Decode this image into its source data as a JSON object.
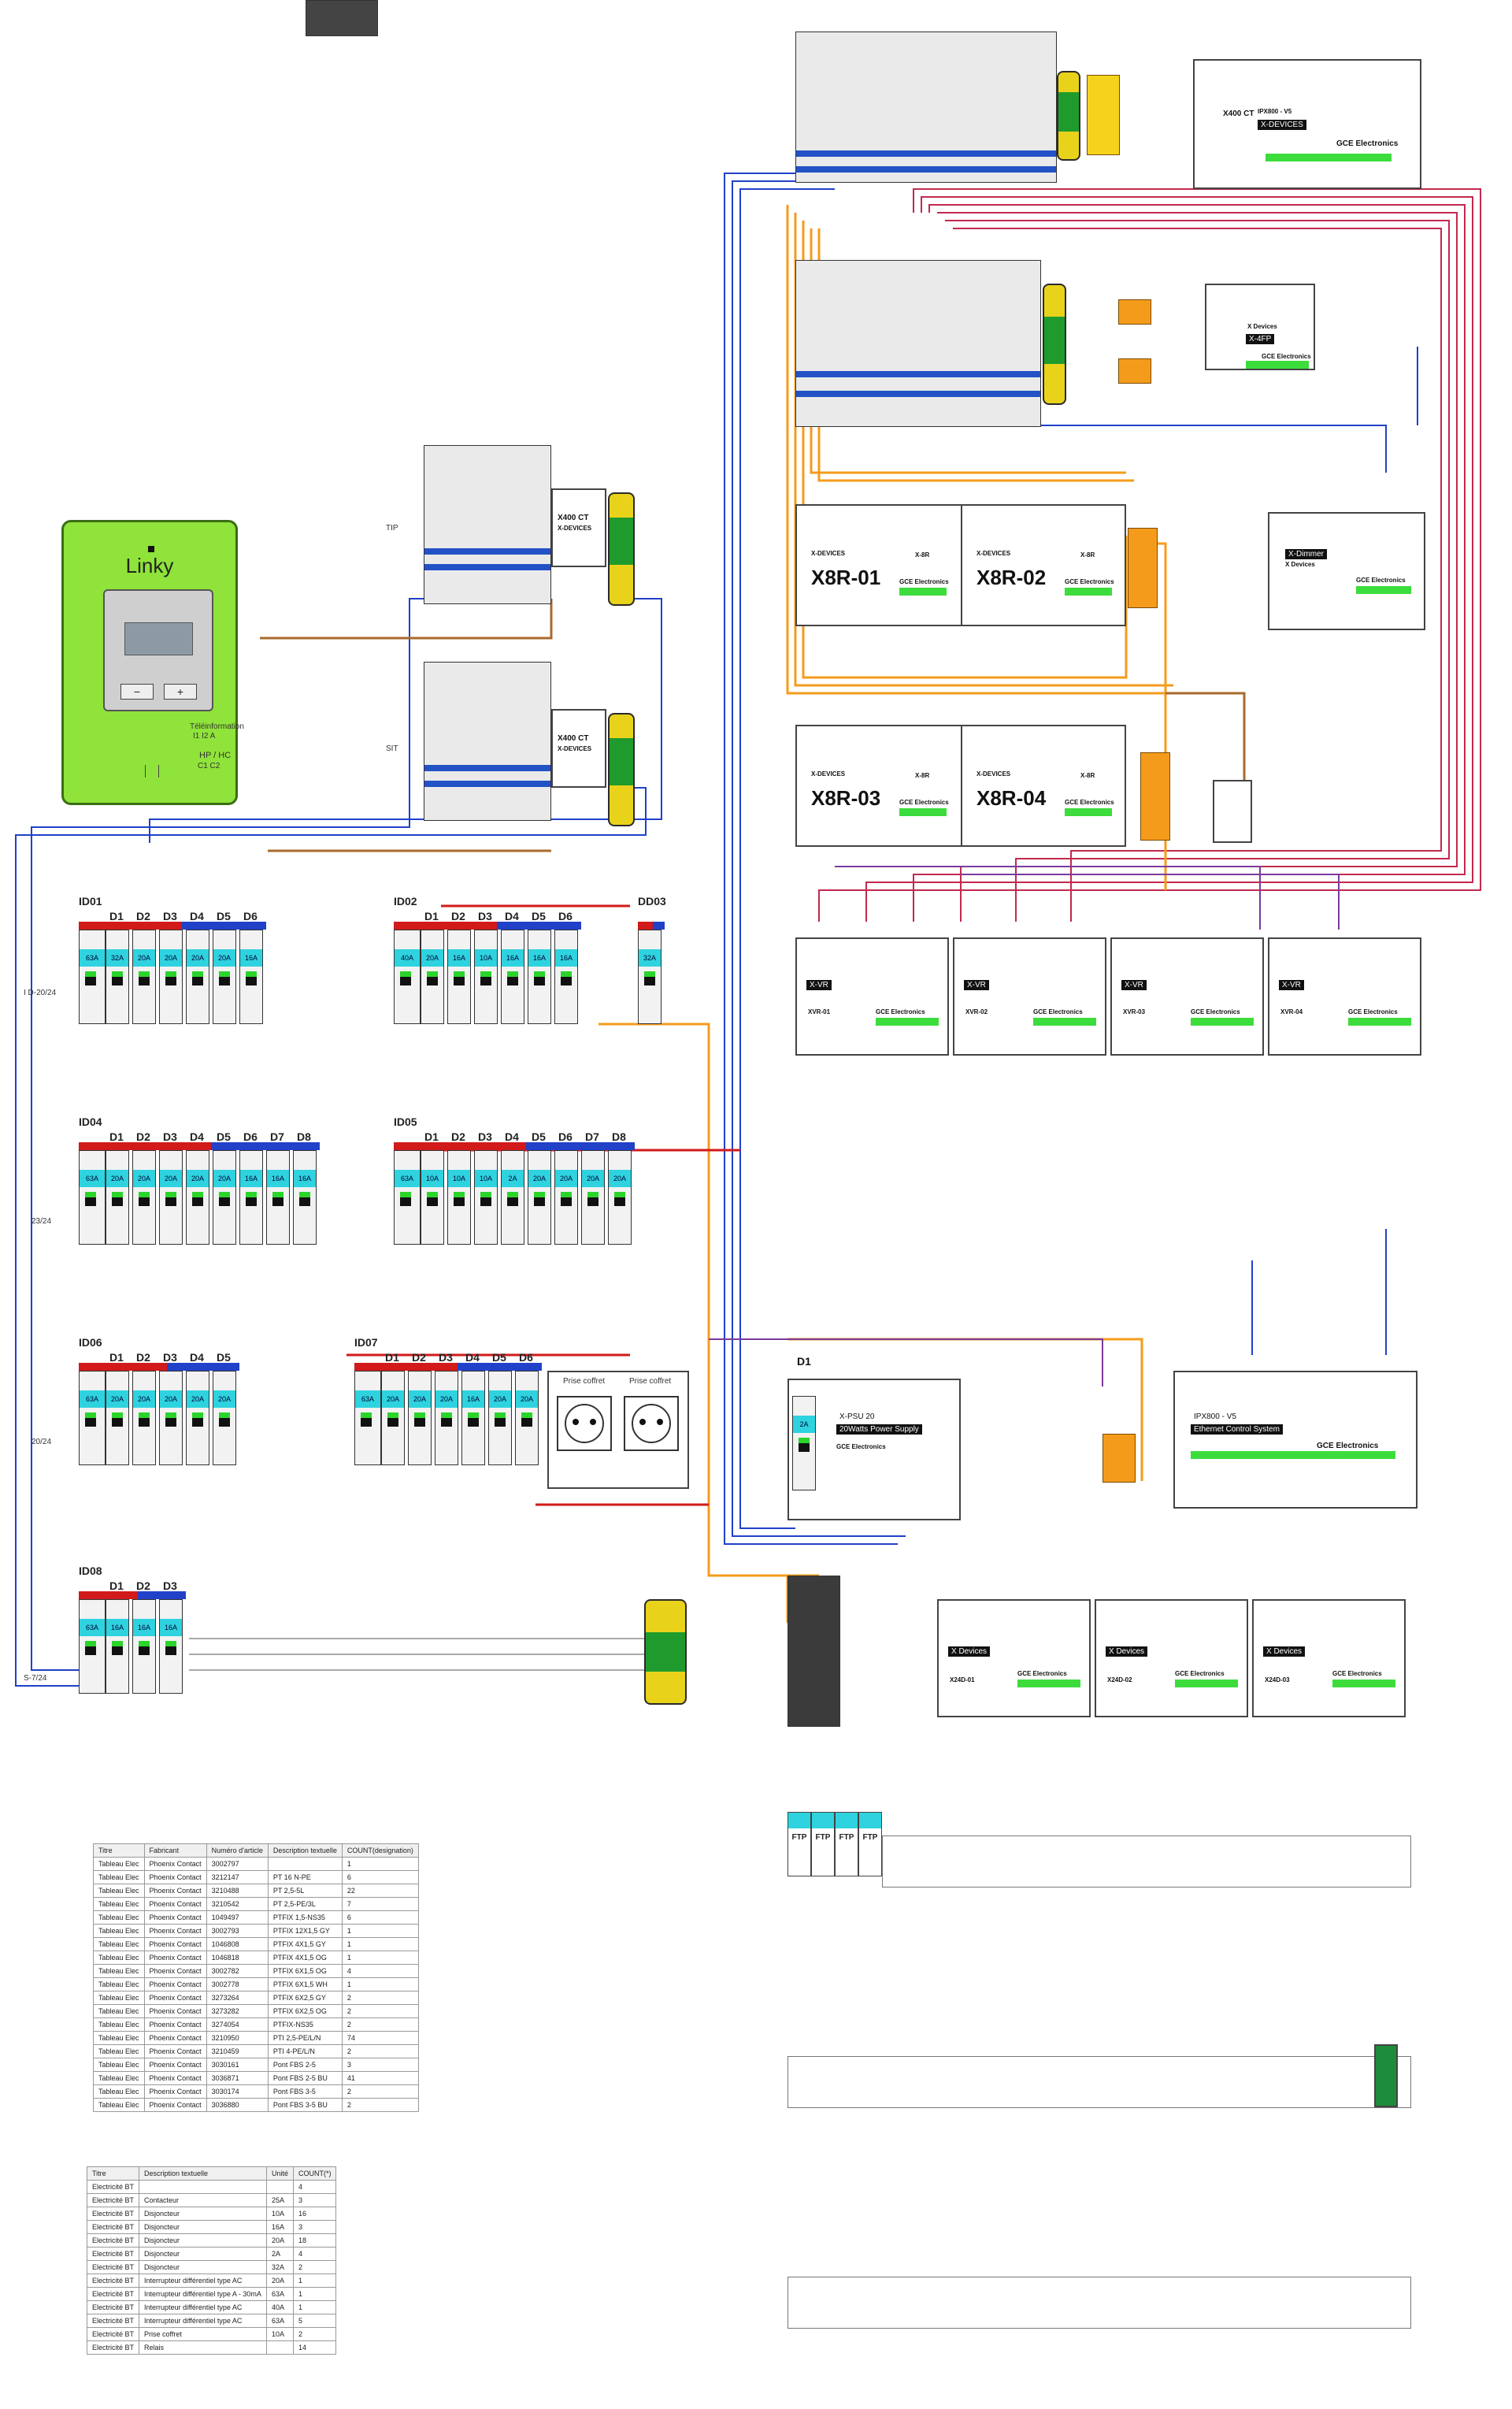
{
  "linky": {
    "title": "Linky",
    "minus": "−",
    "plus": "+",
    "teleinfo_label": "Téléinformation",
    "teleinfo_pins": "I1  I2  A",
    "hphc_label": "HP / HC",
    "hphc_pins": "C1  C2"
  },
  "panel_labels": {
    "tip": "TIP",
    "sit": "SIT"
  },
  "left_panel_rails": [
    "I D-20/24",
    "23/24",
    "20/24",
    "S-7/24"
  ],
  "groups": [
    {
      "id": "ID01",
      "differential": "63A",
      "breakers": [
        {
          "name": "D1",
          "rating": "32A"
        },
        {
          "name": "D2",
          "rating": "20A"
        },
        {
          "name": "D3",
          "rating": "20A"
        },
        {
          "name": "D4",
          "rating": "20A"
        },
        {
          "name": "D5",
          "rating": "20A"
        },
        {
          "name": "D6",
          "rating": "16A"
        }
      ]
    },
    {
      "id": "ID02",
      "differential": "40A",
      "breakers": [
        {
          "name": "D1",
          "rating": "20A"
        },
        {
          "name": "D2",
          "rating": "16A"
        },
        {
          "name": "D3",
          "rating": "10A"
        },
        {
          "name": "D4",
          "rating": "16A"
        },
        {
          "name": "D5",
          "rating": "16A"
        },
        {
          "name": "D6",
          "rating": "16A"
        }
      ]
    },
    {
      "id": "DD03",
      "differential": "",
      "breakers": [
        {
          "name": "",
          "rating": "32A"
        }
      ]
    },
    {
      "id": "ID04",
      "differential": "63A",
      "breakers": [
        {
          "name": "D1",
          "rating": "20A"
        },
        {
          "name": "D2",
          "rating": "20A"
        },
        {
          "name": "D3",
          "rating": "20A"
        },
        {
          "name": "D4",
          "rating": "20A"
        },
        {
          "name": "D5",
          "rating": "20A"
        },
        {
          "name": "D6",
          "rating": "16A"
        },
        {
          "name": "D7",
          "rating": "16A"
        },
        {
          "name": "D8",
          "rating": "16A"
        }
      ]
    },
    {
      "id": "ID05",
      "differential": "63A",
      "breakers": [
        {
          "name": "D1",
          "rating": "10A"
        },
        {
          "name": "D2",
          "rating": "10A"
        },
        {
          "name": "D3",
          "rating": "10A"
        },
        {
          "name": "D4",
          "rating": "2A"
        },
        {
          "name": "D5",
          "rating": "20A"
        },
        {
          "name": "D6",
          "rating": "20A"
        },
        {
          "name": "D7",
          "rating": "20A"
        },
        {
          "name": "D8",
          "rating": "20A"
        }
      ]
    },
    {
      "id": "ID06",
      "differential": "63A",
      "breakers": [
        {
          "name": "D1",
          "rating": "20A"
        },
        {
          "name": "D2",
          "rating": "20A"
        },
        {
          "name": "D3",
          "rating": "20A"
        },
        {
          "name": "D4",
          "rating": "20A"
        },
        {
          "name": "D5",
          "rating": "20A"
        }
      ]
    },
    {
      "id": "ID07",
      "differential": "63A",
      "breakers": [
        {
          "name": "D1",
          "rating": "20A"
        },
        {
          "name": "D2",
          "rating": "20A"
        },
        {
          "name": "D3",
          "rating": "20A"
        },
        {
          "name": "D4",
          "rating": "16A"
        },
        {
          "name": "D5",
          "rating": "20A"
        },
        {
          "name": "D6",
          "rating": "20A"
        }
      ]
    },
    {
      "id": "ID08",
      "differential": "63A",
      "breakers": [
        {
          "name": "D1",
          "rating": "16A"
        },
        {
          "name": "D2",
          "rating": "16A"
        },
        {
          "name": "D3",
          "rating": "16A"
        }
      ]
    }
  ],
  "sockets": [
    {
      "label": "Prise coffret"
    },
    {
      "label": "Prise coffret"
    }
  ],
  "modules": {
    "x400_top": {
      "name": "X400 CT",
      "brand": "X-DEVICES",
      "sub": "IPX800 - V5",
      "maker": "GCE Electronics"
    },
    "x4fp": {
      "name": "X-4FP",
      "brand": "X Devices",
      "maker": "GCE Electronics"
    },
    "x8r_01": {
      "name": "X8R-01",
      "brand": "X-DEVICES",
      "sub": "X-8R",
      "maker": "GCE Electronics"
    },
    "x8r_02": {
      "name": "X8R-02",
      "brand": "X-DEVICES",
      "sub": "X-8R",
      "maker": "GCE Electronics"
    },
    "x8r_03": {
      "name": "X8R-03",
      "brand": "X-DEVICES",
      "sub": "X-8R",
      "maker": "GCE Electronics"
    },
    "x8r_04": {
      "name": "X8R-04",
      "brand": "X-DEVICES",
      "sub": "X-8R",
      "maker": "GCE Electronics"
    },
    "x_dimmer": {
      "name": "X-Dimmer",
      "brand": "X Devices",
      "maker": "GCE Electronics"
    },
    "x400_tip": {
      "name": "X400 CT",
      "brand": "X-DEVICES"
    },
    "x400_sit": {
      "name": "X400 CT",
      "brand": "X-DEVICES"
    },
    "xvr": [
      {
        "name": "XVR-01",
        "brand": "X-VR",
        "maker": "GCE Electronics"
      },
      {
        "name": "XVR-02",
        "brand": "X-VR",
        "maker": "GCE Electronics"
      },
      {
        "name": "XVR-03",
        "brand": "X-VR",
        "maker": "GCE Electronics"
      },
      {
        "name": "XVR-04",
        "brand": "X-VR",
        "maker": "GCE Electronics"
      }
    ],
    "psu": {
      "name": "X-PSU 20",
      "sub": "20Watts Power Supply",
      "maker": "GCE Electronics"
    },
    "ipx800": {
      "name": "IPX800 - V5",
      "sub": "Ethernet Control System",
      "maker": "GCE Electronics"
    },
    "x24d": [
      {
        "name": "X24D-01",
        "brand": "X Devices",
        "maker": "GCE Electronics"
      },
      {
        "name": "X24D-02",
        "brand": "X Devices",
        "maker": "GCE Electronics"
      },
      {
        "name": "X24D-03",
        "brand": "X Devices",
        "maker": "GCE Electronics"
      }
    ]
  },
  "d1_label": "D1",
  "psu_breaker": "2A",
  "ftp": [
    "FTP",
    "FTP",
    "FTP",
    "FTP"
  ],
  "bom_phoenix": {
    "headers": [
      "Titre",
      "Fabricant",
      "Numéro d'article",
      "Description textuelle",
      "COUNT(designation)"
    ],
    "rows": [
      [
        "Tableau Elec",
        "Phoenix Contact",
        "3002797",
        "",
        "1"
      ],
      [
        "Tableau Elec",
        "Phoenix Contact",
        "3212147",
        "PT 16 N-PE",
        "6"
      ],
      [
        "Tableau Elec",
        "Phoenix Contact",
        "3210488",
        "PT 2,5-5L",
        "22"
      ],
      [
        "Tableau Elec",
        "Phoenix Contact",
        "3210542",
        "PT 2,5-PE/3L",
        "7"
      ],
      [
        "Tableau Elec",
        "Phoenix Contact",
        "1049497",
        "PTFIX 1,5-NS35",
        "6"
      ],
      [
        "Tableau Elec",
        "Phoenix Contact",
        "3002793",
        "PTFIX 12X1,5 GY",
        "1"
      ],
      [
        "Tableau Elec",
        "Phoenix Contact",
        "1046808",
        "PTFIX 4X1,5 GY",
        "1"
      ],
      [
        "Tableau Elec",
        "Phoenix Contact",
        "1046818",
        "PTFIX 4X1,5 OG",
        "1"
      ],
      [
        "Tableau Elec",
        "Phoenix Contact",
        "3002782",
        "PTFIX 6X1,5 OG",
        "4"
      ],
      [
        "Tableau Elec",
        "Phoenix Contact",
        "3002778",
        "PTFIX 6X1,5 WH",
        "1"
      ],
      [
        "Tableau Elec",
        "Phoenix Contact",
        "3273264",
        "PTFIX 6X2,5 GY",
        "2"
      ],
      [
        "Tableau Elec",
        "Phoenix Contact",
        "3273282",
        "PTFIX 6X2,5 OG",
        "2"
      ],
      [
        "Tableau Elec",
        "Phoenix Contact",
        "3274054",
        "PTFIX-NS35",
        "2"
      ],
      [
        "Tableau Elec",
        "Phoenix Contact",
        "3210950",
        "PTI 2,5-PE/L/N",
        "74"
      ],
      [
        "Tableau Elec",
        "Phoenix Contact",
        "3210459",
        "PTI 4-PE/L/N",
        "2"
      ],
      [
        "Tableau Elec",
        "Phoenix Contact",
        "3030161",
        "Pont FBS 2-5",
        "3"
      ],
      [
        "Tableau Elec",
        "Phoenix Contact",
        "3036871",
        "Pont FBS 2-5 BU",
        "41"
      ],
      [
        "Tableau Elec",
        "Phoenix Contact",
        "3030174",
        "Pont FBS 3-5",
        "2"
      ],
      [
        "Tableau Elec",
        "Phoenix Contact",
        "3036880",
        "Pont FBS 3-5 BU",
        "2"
      ]
    ]
  },
  "bom_bt": {
    "headers": [
      "Titre",
      "Description textuelle",
      "Unité",
      "COUNT(*)"
    ],
    "rows": [
      [
        "Electricité BT",
        "",
        "",
        "4"
      ],
      [
        "Electricité BT",
        "Contacteur",
        "25A",
        "3"
      ],
      [
        "Electricité BT",
        "Disjoncteur",
        "10A",
        "16"
      ],
      [
        "Electricité BT",
        "Disjoncteur",
        "16A",
        "3"
      ],
      [
        "Electricité BT",
        "Disjoncteur",
        "20A",
        "18"
      ],
      [
        "Electricité BT",
        "Disjoncteur",
        "2A",
        "4"
      ],
      [
        "Electricité BT",
        "Disjoncteur",
        "32A",
        "2"
      ],
      [
        "Electricité BT",
        "Interrupteur différentiel type AC",
        "20A",
        "1"
      ],
      [
        "Electricité BT",
        "Interrupteur différentiel type A - 30mA",
        "63A",
        "1"
      ],
      [
        "Electricité BT",
        "Interrupteur différentiel type AC",
        "40A",
        "1"
      ],
      [
        "Electricité BT",
        "Interrupteur différentiel type AC",
        "63A",
        "5"
      ],
      [
        "Electricité BT",
        "Prise coffret",
        "10A",
        "2"
      ],
      [
        "Electricité BT",
        "Relais",
        "",
        "14"
      ]
    ]
  },
  "colors": {
    "red": "#d21a1a",
    "blue": "#2141c9",
    "orange": "#f59b1c",
    "brown": "#a86a2c",
    "crimson": "#c2294d",
    "purple": "#7b3a9c",
    "green": "#3ddc3d",
    "cyan": "#2ed3df",
    "linky_green": "#8fe33a"
  }
}
